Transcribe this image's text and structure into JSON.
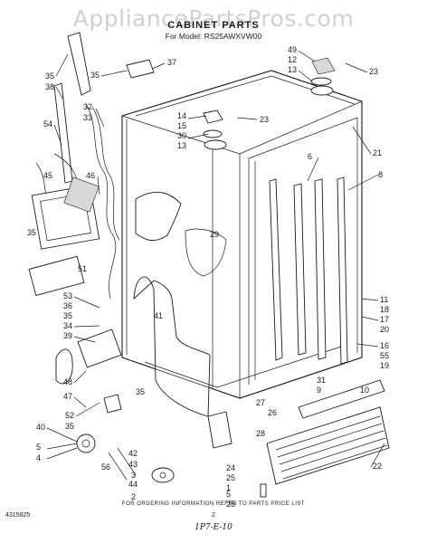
{
  "watermark": "AppliancePartsPros.com",
  "title": "CABINET PARTS",
  "model": "For Model: RS25AWXVW00",
  "footer": "FOR ORDERING INFORMATION REFER TO PARTS PRICE LIST",
  "part_number": "4315825",
  "page_number": "2",
  "handwritten_note": "1P7-E-10",
  "callouts": {
    "left": [
      "35",
      "38",
      "54",
      "32",
      "33",
      "45",
      "46",
      "35",
      "51",
      "53",
      "36",
      "35",
      "34",
      "39",
      "48",
      "47",
      "52",
      "35",
      "40",
      "5",
      "4",
      "56",
      "42",
      "43",
      "44"
    ],
    "center": [
      "37",
      "35",
      "14",
      "15",
      "30",
      "13",
      "23",
      "29",
      "41",
      "27",
      "28",
      "26",
      "24",
      "25",
      "2",
      "3",
      "1",
      "35",
      "5",
      "25"
    ],
    "right": [
      "49",
      "12",
      "13",
      "23",
      "21",
      "6",
      "8",
      "11",
      "18",
      "17",
      "20",
      "16",
      "55",
      "19",
      "31",
      "10",
      "22",
      "9"
    ]
  }
}
